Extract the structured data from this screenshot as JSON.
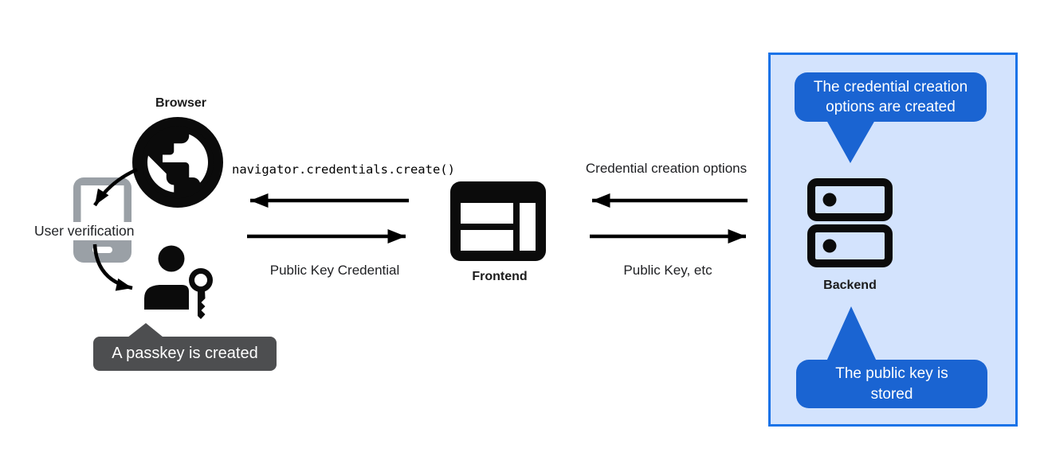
{
  "colors": {
    "bubble_blue": "#1a64d2",
    "panel_border": "#1a73e8",
    "panel_bg": "#d3e3fd",
    "tooltip_gray": "#4d4e50",
    "phone_gray": "#9aa0a6",
    "ink": "#202124"
  },
  "nodes": {
    "browser": {
      "label": "Browser",
      "icon": "globe-icon"
    },
    "authenticator": {
      "label": "User verification",
      "icon": "smartphone-icon"
    },
    "user": {
      "icon": "person-with-key-icon"
    },
    "frontend": {
      "label": "Frontend",
      "icon": "browser-window-icon"
    },
    "backend": {
      "label": "Backend",
      "icon": "server-stack-icon"
    }
  },
  "messages": {
    "to_browser": "navigator.credentials.create()",
    "from_browser": "Public Key Credential",
    "to_frontend": "Credential creation options",
    "from_frontend": "Public Key, etc"
  },
  "callouts": {
    "passkey_created": "A passkey is created",
    "options_created": "The credential creation options are created",
    "key_stored": "The public key is stored"
  }
}
